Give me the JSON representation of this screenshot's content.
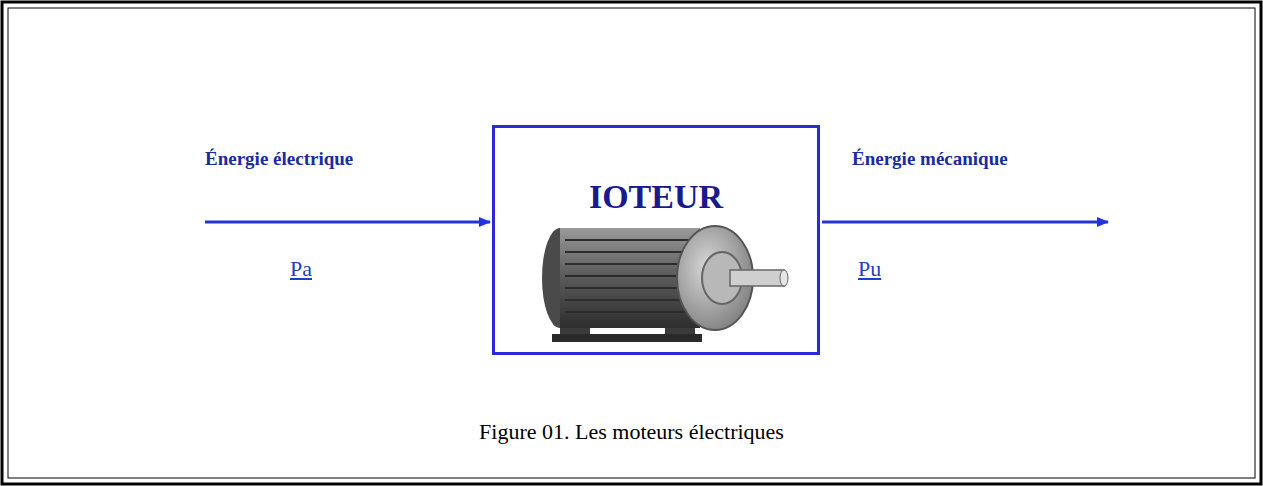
{
  "diagram": {
    "caption": "Figure 01. Les moteurs électriques",
    "nodes": [
      {
        "text": [
          "IOTEUR"
        ]
      }
    ],
    "labels": [
      "Énergie électrique",
      "Pa",
      "Énergie mécanique",
      "Pu"
    ]
  }
}
